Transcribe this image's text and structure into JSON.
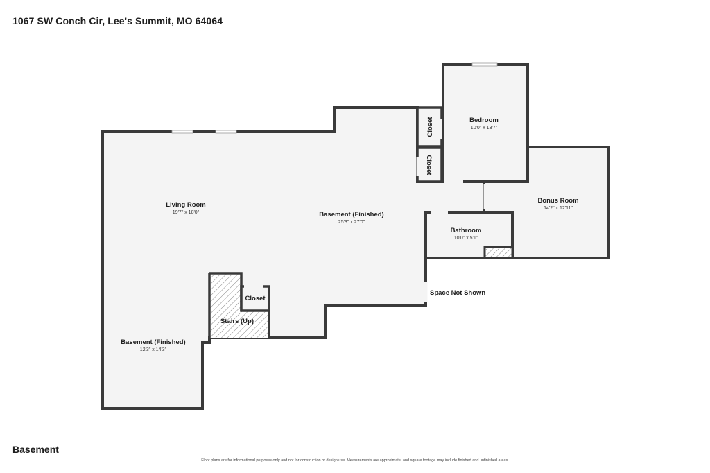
{
  "header": {
    "address": "1067 SW Conch Cir, Lee's Summit, MO 64064"
  },
  "floor": {
    "label": "Basement"
  },
  "footer": {
    "disclaimer": "Floor plans are for informational purposes only and not for construction or design use. Measurements are approximate, and square footage may include finished and unfinished areas."
  },
  "rooms": {
    "living_room": {
      "name": "Living Room",
      "dims": "19'7\" x 18'0\""
    },
    "basement_main": {
      "name": "Basement (Finished)",
      "dims": "25'3\" x 27'0\""
    },
    "bedroom": {
      "name": "Bedroom",
      "dims": "10'0\" x 13'7\""
    },
    "bonus_room": {
      "name": "Bonus Room",
      "dims": "14'2\" x 12'11\""
    },
    "bathroom": {
      "name": "Bathroom",
      "dims": "10'0\" x 5'1\""
    },
    "basement_lower": {
      "name": "Basement (Finished)",
      "dims": "12'3\" x 14'3\""
    },
    "closet_upper": {
      "name": "Closet"
    },
    "closet_lower": {
      "name": "Closet"
    },
    "closet_stairs": {
      "name": "Closet"
    },
    "stairs": {
      "name": "Stairs (Up)"
    },
    "space_not_shown": {
      "name": "Space Not Shown"
    }
  },
  "colors": {
    "floor_fill": "#f4f4f4",
    "wall": "#3a3a3a",
    "background": "#ffffff"
  }
}
